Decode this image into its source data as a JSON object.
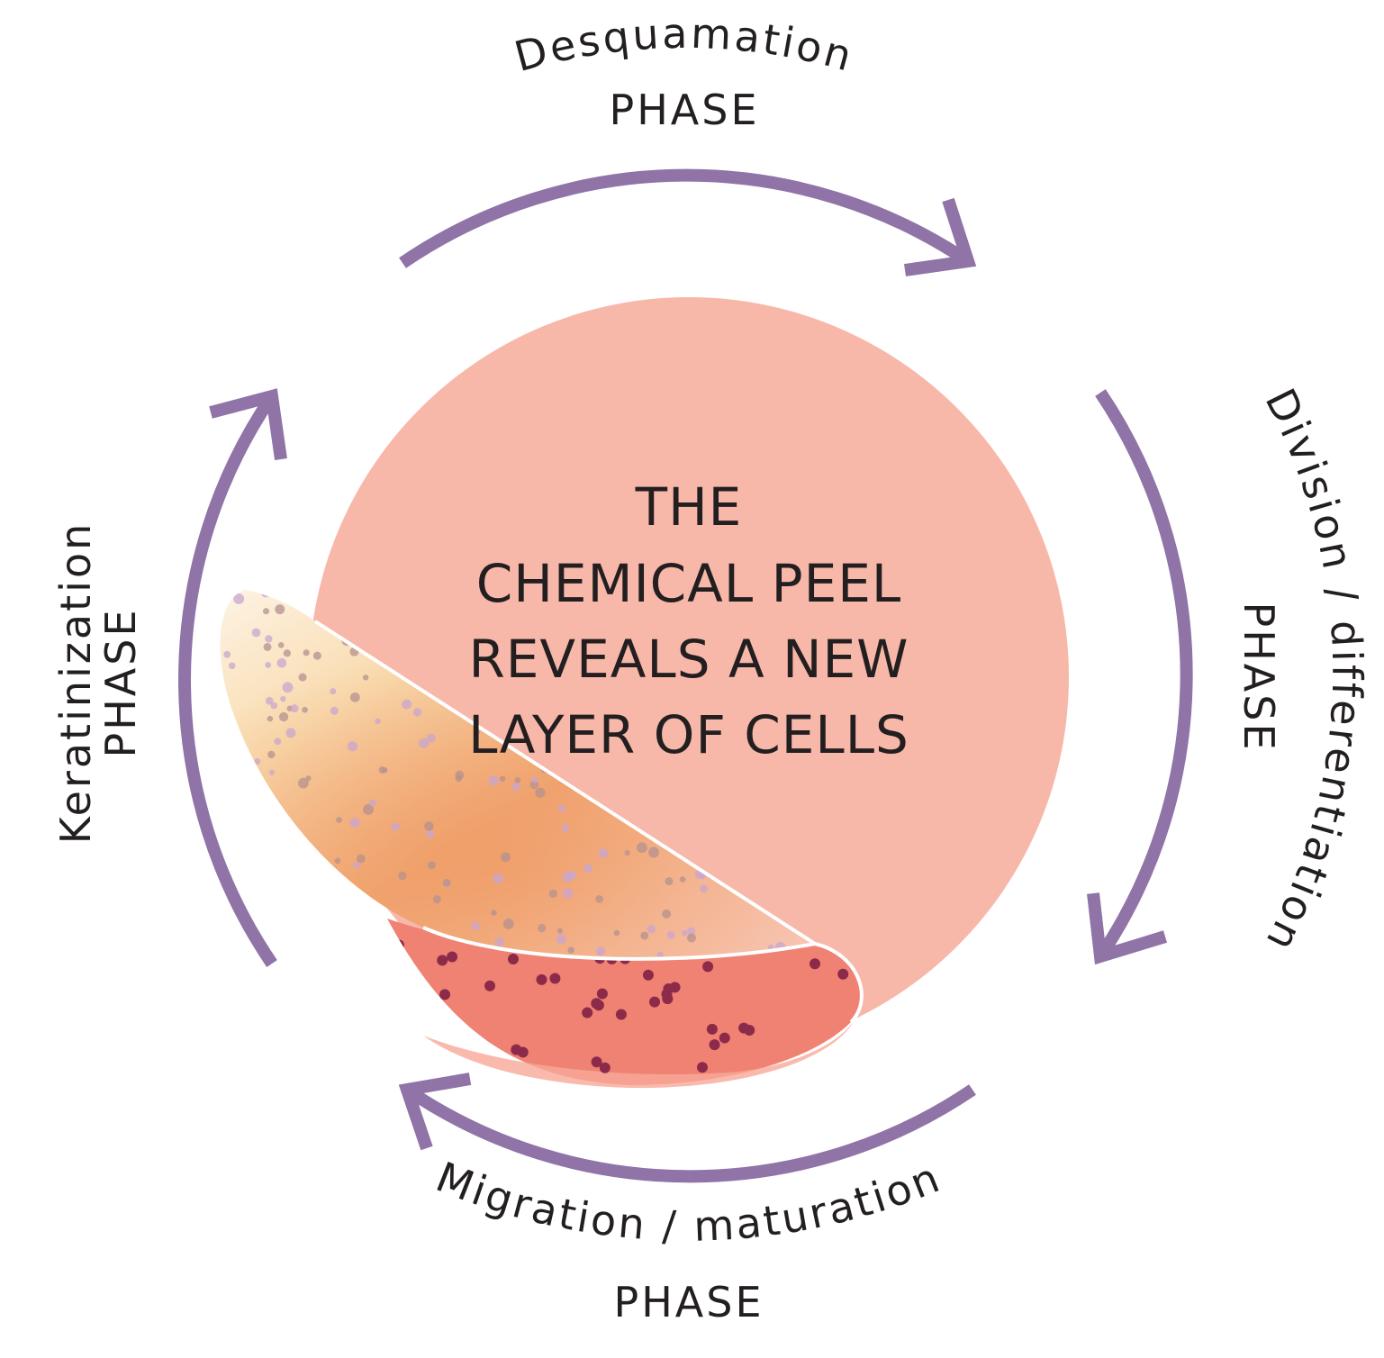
{
  "center_text": {
    "line1": "THE",
    "line2": "CHEMICAL PEEL",
    "line3": "REVEALS A NEW",
    "line4": "LAYER OF CELLS"
  },
  "phases": {
    "top": {
      "line1": "Desquamation",
      "line2": "PHASE"
    },
    "right": {
      "line1": "Division / differentiation",
      "line2": "PHASE"
    },
    "bottom": {
      "line1": "Migration / maturation",
      "line2": "PHASE"
    },
    "left": {
      "line1": "Keratinization",
      "line2": "PHASE"
    }
  },
  "colors": {
    "arrow": "#9073a7",
    "circle": "#f7b8aa",
    "peel_under": "#f08273",
    "peel_dots": "#8c2a4a",
    "text": "#231f20"
  }
}
